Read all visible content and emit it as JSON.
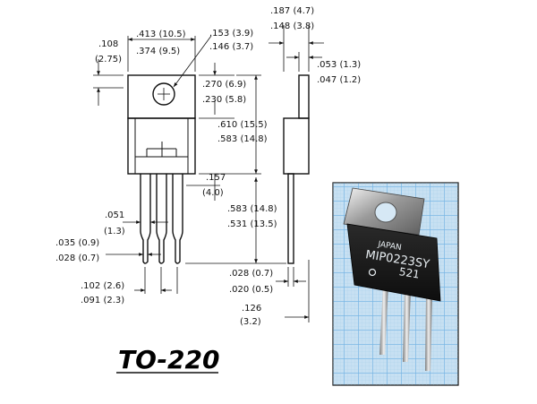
{
  "title": "TO-220",
  "dimensions": {
    "tab_width_in": ".413 (10.5)",
    "tab_width_in_min": ".374 (9.5)",
    "hole_dia_max": ".153 (3.9)",
    "hole_dia_min": ".146 (3.7)",
    "thickness_max": ".187 (4.7)",
    "thickness_min": ".148 (3.8)",
    "top_offset": ".108",
    "top_offset_mm": "(2.75)",
    "lead_thk_max": ".053 (1.3)",
    "lead_thk_min": ".047 (1.2)",
    "hole_pos_max": ".270 (6.9)",
    "hole_pos_min": ".230 (5.8)",
    "body_len_max": ".610 (15.5)",
    "body_len_min": ".583 (14.8)",
    "lead_step": ".157",
    "lead_step_mm": "(4.0)",
    "lead_len_max": ".583 (14.8)",
    "lead_len_min": ".531 (13.5)",
    "lead_w": ".051",
    "lead_w_mm": "(1.3)",
    "lead_w2_max": ".035 (0.9)",
    "lead_w2_min": ".028 (0.7)",
    "lead_thk2_max": ".028 (0.7)",
    "lead_thk2_min": ".020 (0.5)",
    "pitch_max": ".102 (2.6)",
    "pitch_min": ".091 (2.3)",
    "end_offset": ".126",
    "end_offset_mm": "(3.2)"
  },
  "photo": {
    "marking_line1": "JAPAN",
    "marking_line2": "MIP0223SY",
    "marking_line3": "521",
    "grid_color": "#3f93d6",
    "bg_color": "#bcd8ee"
  }
}
